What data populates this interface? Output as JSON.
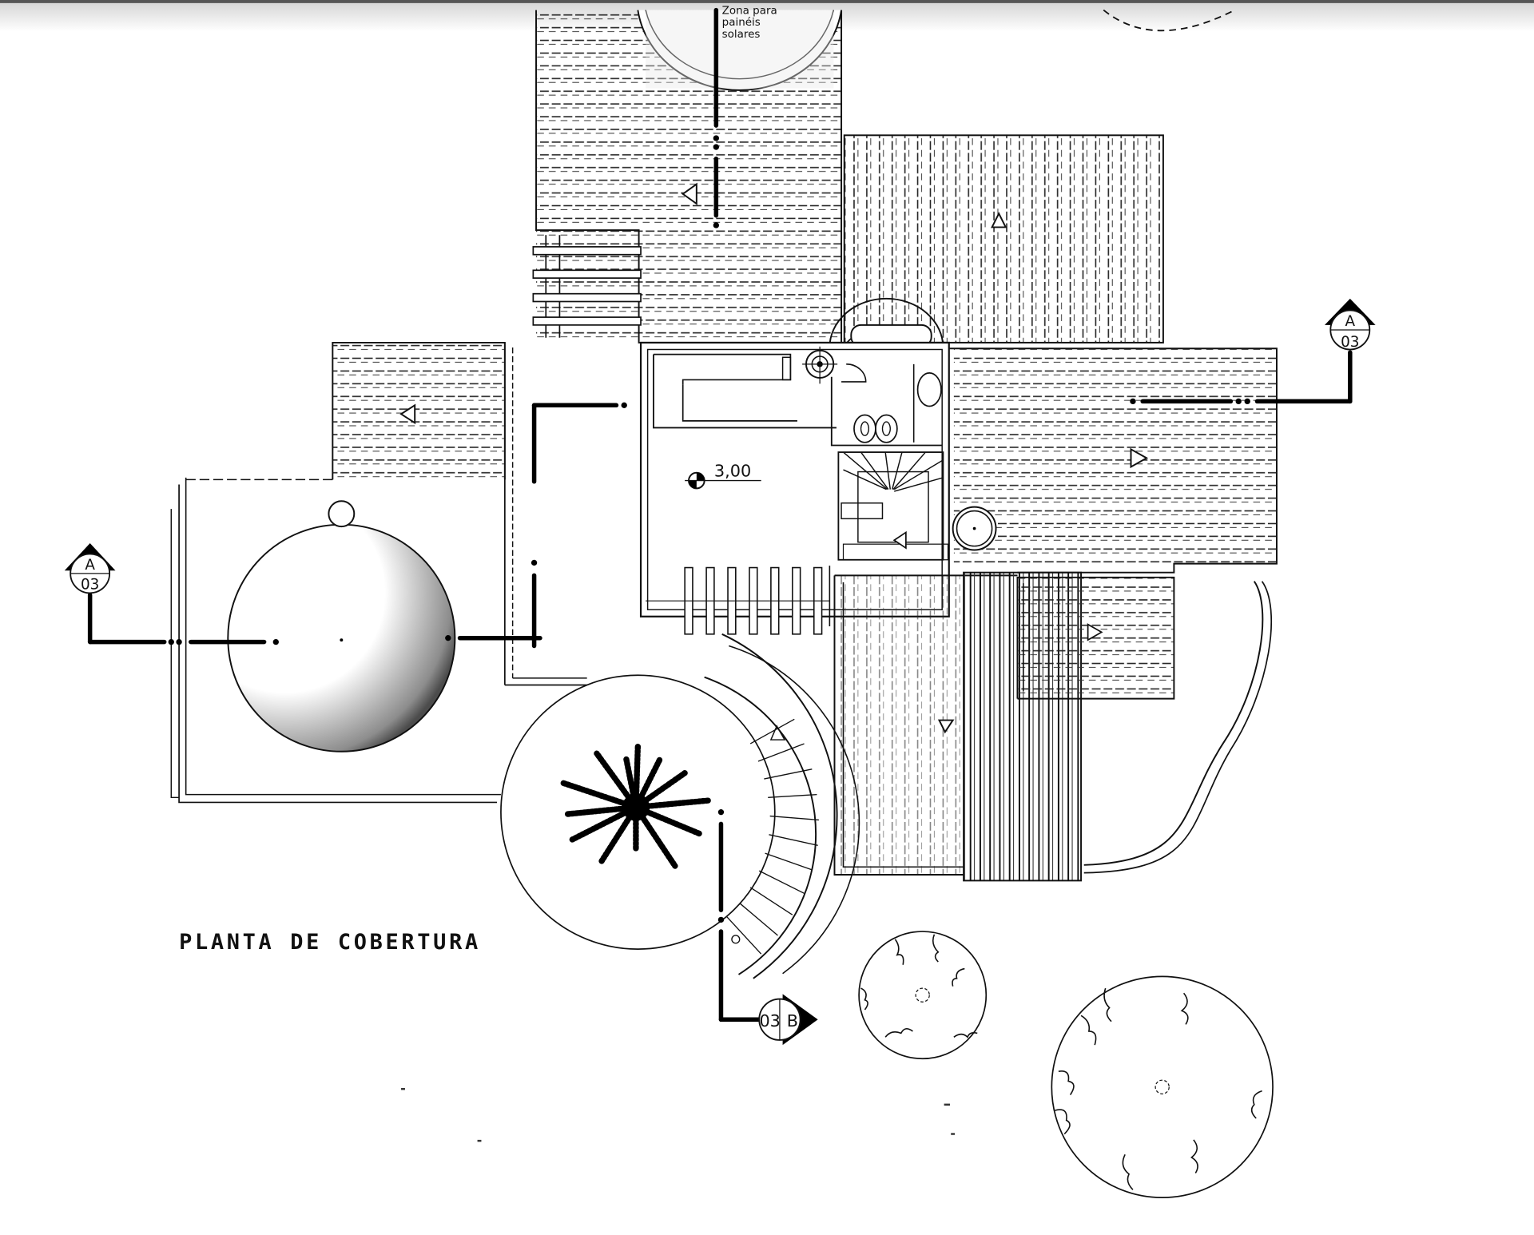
{
  "drawing": {
    "title": "PLANTA DE COBERTURA",
    "background": "#ffffff",
    "ink_color": "#111111"
  },
  "annotations": {
    "solar_zone": {
      "line1": "Zona para",
      "line2": "painéis",
      "line3": "solares"
    },
    "elevation": {
      "value": "3.00",
      "display": "3,00"
    }
  },
  "section_markers": [
    {
      "id": "section-a-left",
      "letter": "A",
      "sheet": "03",
      "orientation": "up"
    },
    {
      "id": "section-a-right",
      "letter": "A",
      "sheet": "03",
      "orientation": "up"
    },
    {
      "id": "section-b-bottom",
      "letter": "B",
      "sheet": "03",
      "orientation": "right"
    }
  ],
  "elements": {
    "palm_tree": "palm-tree",
    "trees": [
      "tree-canopy-small",
      "tree-canopy-large"
    ],
    "spiral_stair": "spiral-stair",
    "interior_stair": "interior-stair",
    "skylight_circle": "stippled-dome",
    "water_tank": "circular-tank"
  }
}
